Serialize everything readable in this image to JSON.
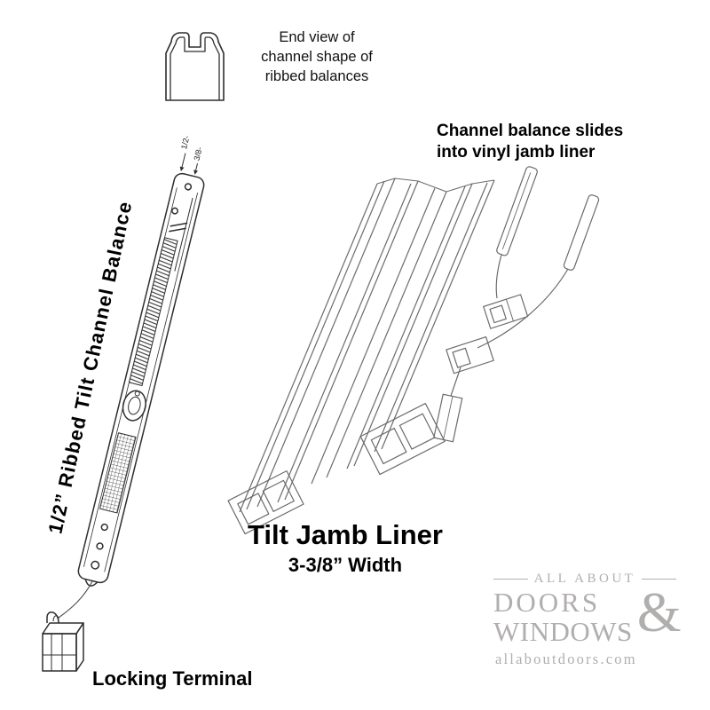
{
  "colors": {
    "ink": "#2e2e2e",
    "liner_gray": "#6b6b6b",
    "logo_gray": "#b1aeae",
    "background": "#ffffff"
  },
  "end_view": {
    "caption": "End view of\nchannel shape of\nribbed balances"
  },
  "balance": {
    "label": "1/2” Ribbed Tilt Channel Balance",
    "dim_small": "1/2-",
    "dim_large": "3/8-"
  },
  "jamb_liner": {
    "note": "Channel balance slides\ninto vinyl jamb liner",
    "title": "Tilt Jamb Liner",
    "width_label": "3-3/8” Width"
  },
  "locking_terminal": {
    "label": "Locking Terminal"
  },
  "logo": {
    "top": "ALL ABOUT",
    "word1": "DOORS",
    "amp": "&",
    "word2": "WINDOWS",
    "site": "allaboutdoors.com"
  }
}
